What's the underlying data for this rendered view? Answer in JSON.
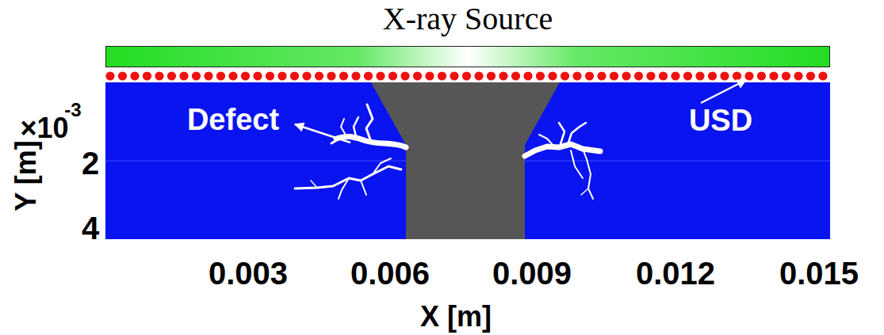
{
  "diagram": {
    "nodes": [
      {
        "text": [
          "X-ray Source"
        ]
      }
    ],
    "labels": [
      "×10",
      "-3",
      "2",
      "4",
      "Y [m]",
      "0.003",
      "0.006",
      "0.009",
      "0.012",
      "0.015",
      "X [m]",
      "Defect",
      "USD"
    ]
  }
}
